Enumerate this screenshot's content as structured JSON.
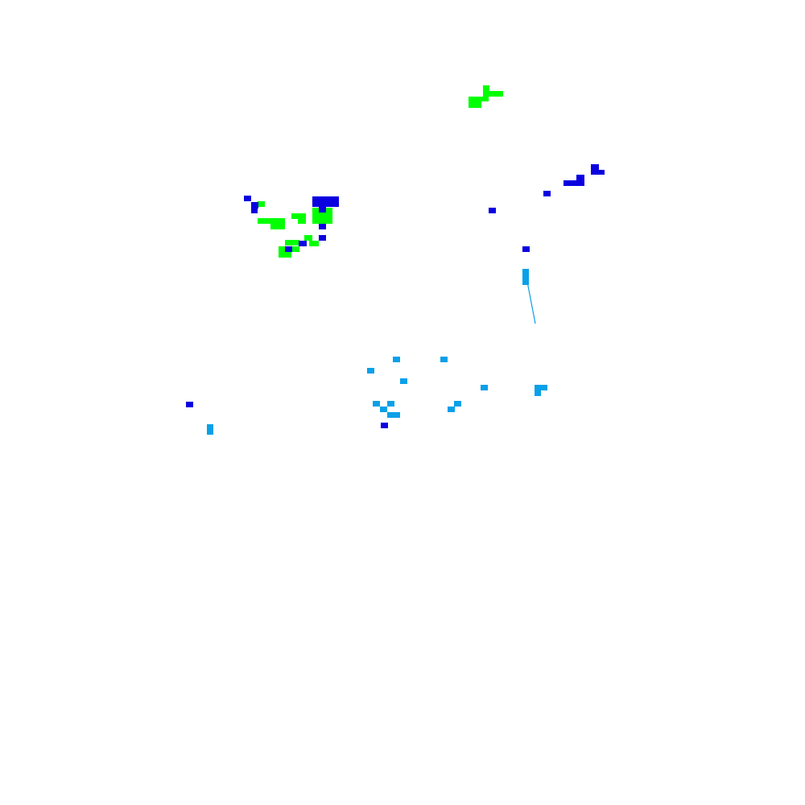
{
  "colors": {
    "background": "#ffffff",
    "green": "#00ff00",
    "blue": "#0a00e0",
    "light_blue": "#0aa0e8"
  },
  "layers": [
    {
      "name": "green-cells",
      "color_key": "green",
      "cells": [
        [
          600,
          106,
          8,
          8
        ],
        [
          600,
          113,
          25,
          7
        ],
        [
          582,
          120,
          25,
          6
        ],
        [
          582,
          126,
          16,
          8
        ],
        [
          320,
          250,
          9,
          7
        ],
        [
          313,
          258,
          7,
          6
        ],
        [
          320,
          271,
          28,
          7
        ],
        [
          336,
          278,
          18,
          7
        ],
        [
          344,
          271,
          10,
          7
        ],
        [
          362,
          265,
          18,
          7
        ],
        [
          370,
          272,
          10,
          6
        ],
        [
          388,
          258,
          25,
          8
        ],
        [
          388,
          266,
          25,
          12
        ],
        [
          378,
          292,
          10,
          7
        ],
        [
          354,
          298,
          18,
          7
        ],
        [
          346,
          306,
          26,
          7
        ],
        [
          346,
          313,
          16,
          7
        ],
        [
          384,
          299,
          12,
          7
        ]
      ]
    },
    {
      "name": "blue-cells",
      "color_key": "blue",
      "cells": [
        [
          303,
          243,
          9,
          7
        ],
        [
          312,
          251,
          9,
          8
        ],
        [
          312,
          258,
          8,
          7
        ],
        [
          388,
          244,
          33,
          13
        ],
        [
          396,
          257,
          9,
          7
        ],
        [
          396,
          278,
          9,
          7
        ],
        [
          396,
          292,
          9,
          7
        ],
        [
          371,
          299,
          10,
          7
        ],
        [
          354,
          306,
          9,
          7
        ],
        [
          734,
          204,
          10,
          9
        ],
        [
          734,
          211,
          17,
          6
        ],
        [
          716,
          217,
          10,
          8
        ],
        [
          700,
          224,
          26,
          7
        ],
        [
          675,
          237,
          9,
          7
        ],
        [
          607,
          258,
          9,
          7
        ],
        [
          649,
          306,
          9,
          7
        ],
        [
          231,
          499,
          9,
          7
        ],
        [
          473,
          525,
          9,
          7
        ]
      ]
    },
    {
      "name": "light-blue-cells",
      "color_key": "light_blue",
      "cells": [
        [
          649,
          334,
          8,
          8
        ],
        [
          649,
          342,
          8,
          12
        ],
        [
          488,
          443,
          9,
          7
        ],
        [
          547,
          443,
          9,
          7
        ],
        [
          456,
          457,
          9,
          7
        ],
        [
          497,
          470,
          9,
          7
        ],
        [
          597,
          478,
          9,
          7
        ],
        [
          664,
          478,
          16,
          7
        ],
        [
          664,
          485,
          8,
          7
        ],
        [
          463,
          498,
          9,
          7
        ],
        [
          481,
          498,
          9,
          7
        ],
        [
          472,
          505,
          9,
          7
        ],
        [
          481,
          512,
          16,
          7
        ],
        [
          564,
          498,
          9,
          7
        ],
        [
          556,
          505,
          9,
          7
        ],
        [
          257,
          527,
          8,
          7
        ],
        [
          257,
          533,
          8,
          7
        ]
      ]
    }
  ],
  "tracks": [
    {
      "name": "light-blue-track",
      "color_key": "light_blue",
      "points": [
        [
          655,
          350
        ],
        [
          665,
          402
        ]
      ]
    }
  ]
}
